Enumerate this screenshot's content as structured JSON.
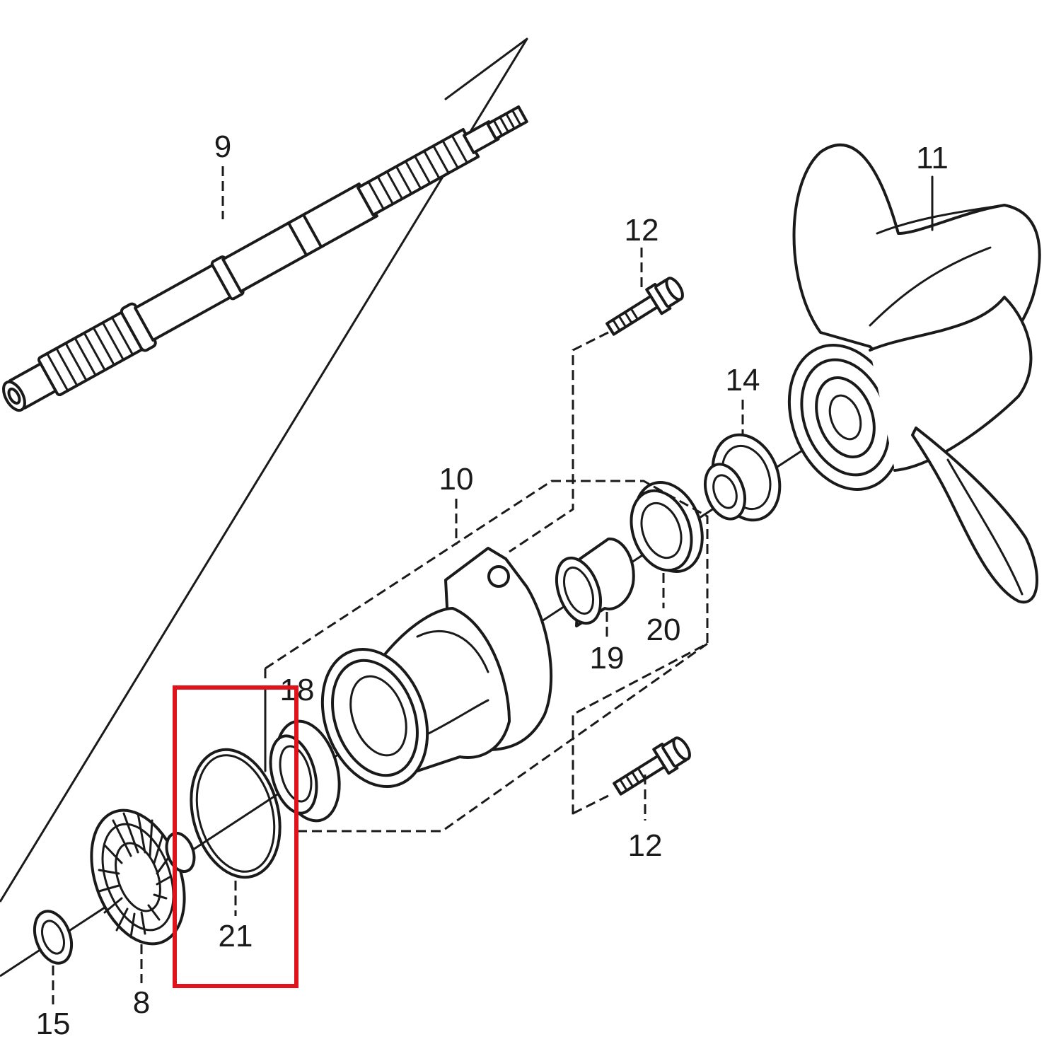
{
  "callouts": {
    "shaft": "9",
    "housing": "10",
    "propeller": "11",
    "bolt_top": "12",
    "bolt_bottom": "12",
    "thrust_washer": "14",
    "washer_small": "15",
    "gear": "8",
    "bearing_ball": "18",
    "needle_bearing": "19",
    "oil_seal": "20",
    "o_ring": "21"
  },
  "colors": {
    "line": "#1a1a1a",
    "highlight": "#e0121b",
    "background": "#ffffff"
  }
}
